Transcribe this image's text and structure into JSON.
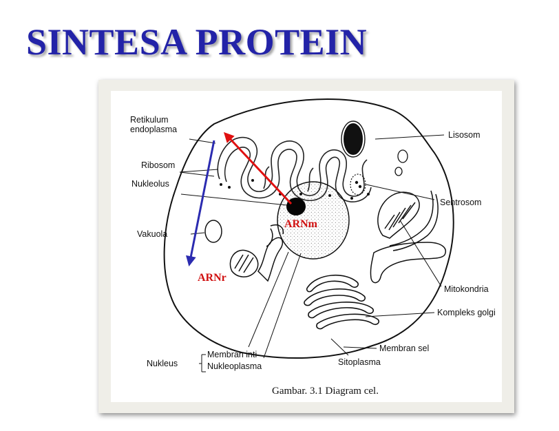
{
  "title": "SINTESA PROTEIN",
  "diagram": {
    "labels": {
      "retikulum_1": "Retikulum",
      "retikulum_2": "endoplasma",
      "ribosom": "Ribosom",
      "nukleolus": "Nukleolus",
      "vakuola": "Vakuola",
      "nukleus": "Nukleus",
      "membran_inti": "Membran inti",
      "nukleoplasma": "Nukleoplasma",
      "lisosom": "Lisosom",
      "sentrosom": "Sentrosom",
      "mitokondria": "Mitokondria",
      "kompleks_golgi": "Kompleks golgi",
      "membran_sel": "Membran sel",
      "sitoplasma": "Sitoplasma"
    },
    "annotations": {
      "arnm": "ARNm",
      "arnr": "ARNr"
    },
    "caption": "Gambar. 3.1 Diagram cel.",
    "colors": {
      "title": "#2323a8",
      "arnm_arrow": "#e01010",
      "arnr_arrow": "#2b2bb0",
      "annotation_text": "#d01010"
    }
  }
}
